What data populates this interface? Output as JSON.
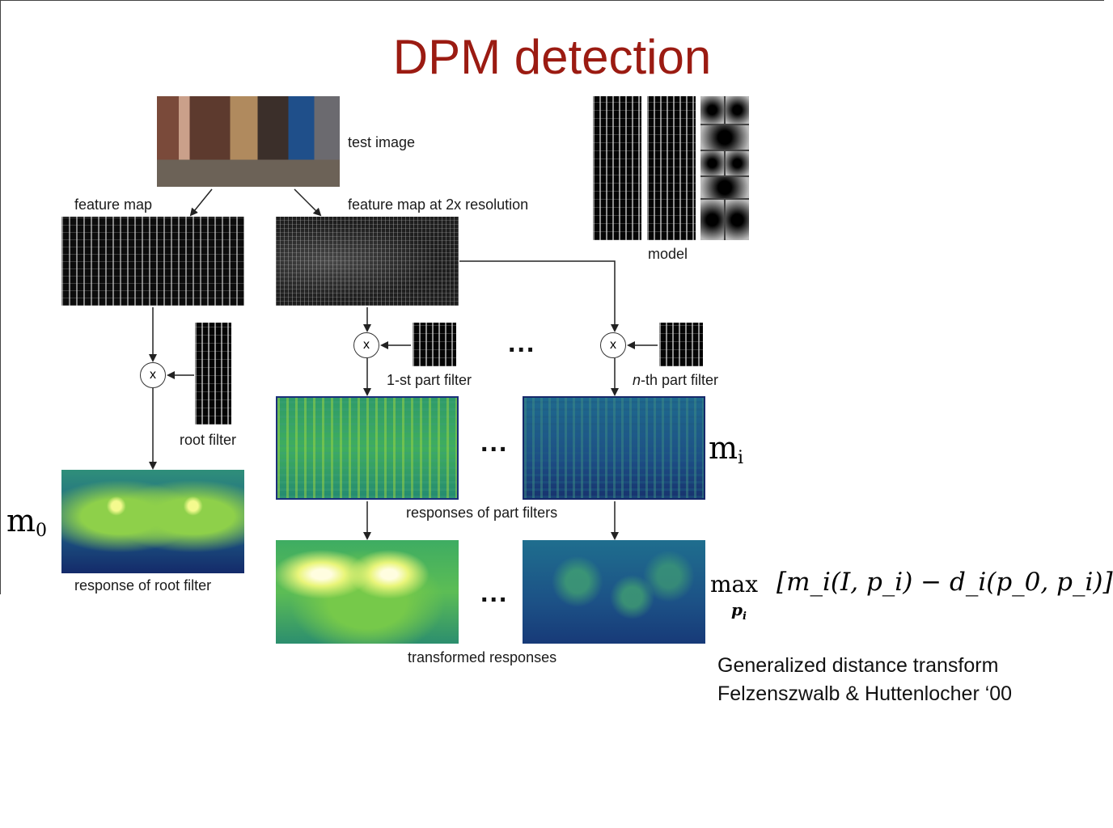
{
  "title": "DPM detection",
  "labels": {
    "test_image": "test image",
    "feature_map": "feature map",
    "feature_map_2x": "feature map at 2x resolution",
    "model": "model",
    "root_filter": "root filter",
    "part_filter_1": "1-st part filter",
    "part_filter_n_prefix": "n",
    "part_filter_n_suffix": "-th part filter",
    "response_root": "response of root filter",
    "responses_parts": "responses of part filters",
    "transformed": "transformed responses",
    "multiply": "x",
    "ellipsis": "..."
  },
  "math": {
    "m0_base": "m",
    "m0_sub": "0",
    "mi_base": "m",
    "mi_sub": "i",
    "formula_max": "max",
    "formula_sub": "p",
    "formula_sub_i": "i",
    "formula_body": "[m_i(I, p_i) − d_i(p_0, p_i)]"
  },
  "caption": {
    "line1": "Generalized distance transform",
    "line2": "Felzenszwalb & Huttenlocher ‘00"
  },
  "colors": {
    "title": "#9b1b12",
    "text": "#1a1a1a"
  }
}
